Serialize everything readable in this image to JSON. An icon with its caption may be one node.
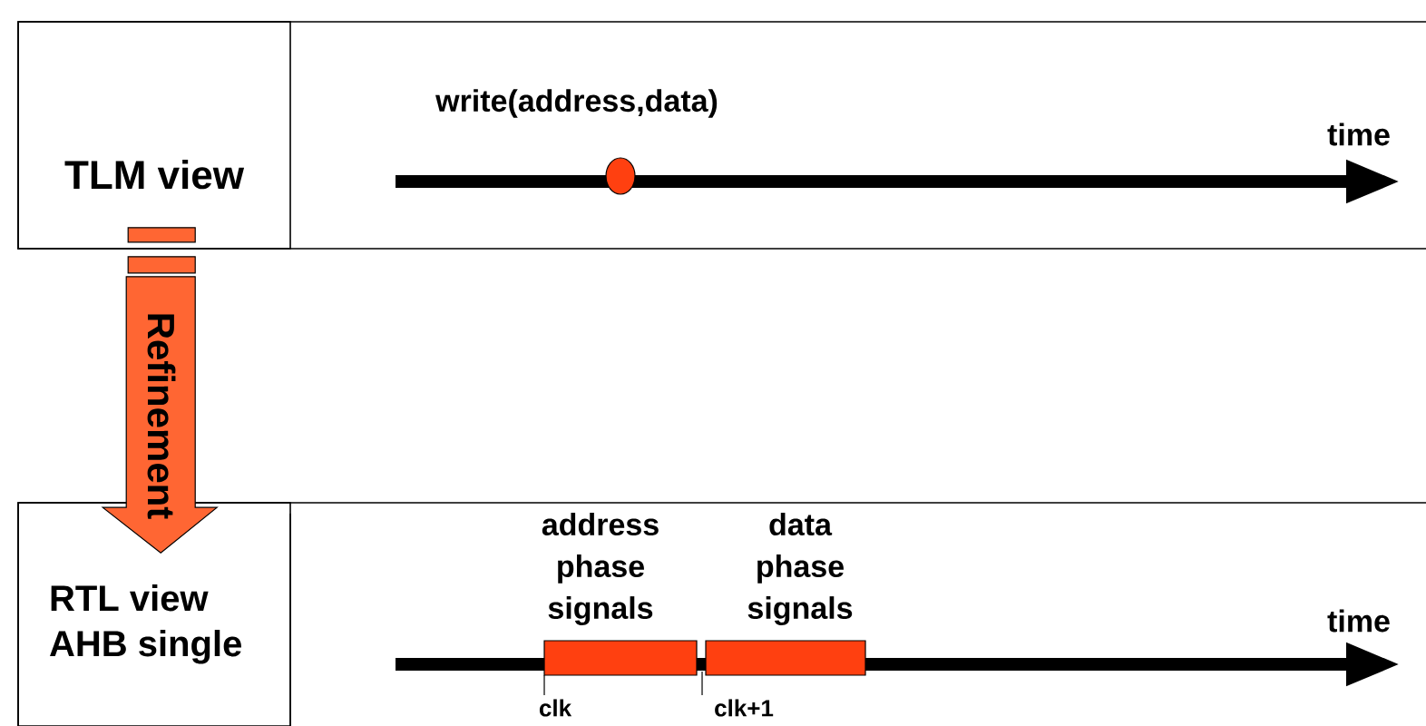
{
  "diagram": {
    "nodes": [
      {
        "text": [
          "TLM view"
        ]
      },
      {
        "text": [
          "RTL view",
          "AHB single"
        ]
      },
      {
        "text": [],
        "shape": "circle",
        "beside": [
          "write(address,data)"
        ]
      }
    ],
    "edges": [
      {
        "from": 0,
        "to": 1,
        "arrow": "to",
        "label": "Refinement"
      }
    ],
    "labels": [
      "time",
      "address phase signals",
      "data phase signals",
      "time",
      "clk",
      "clk+1"
    ]
  }
}
